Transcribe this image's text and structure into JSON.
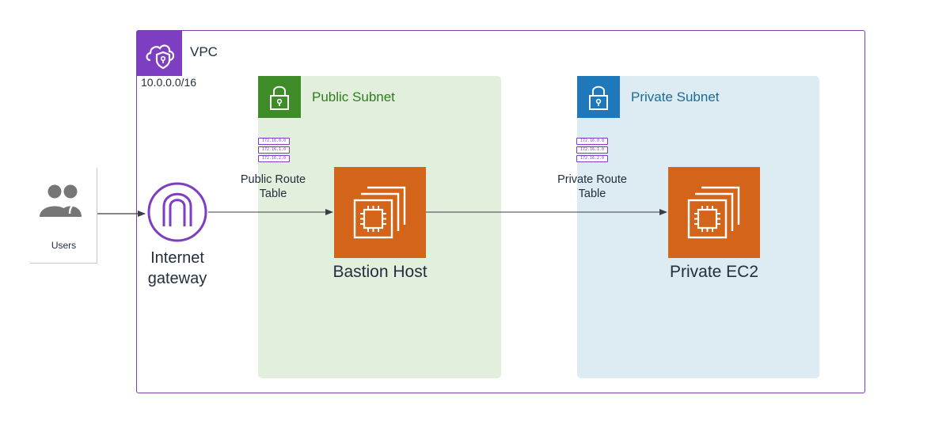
{
  "vpc": {
    "label": "VPC",
    "cidr": "10.0.0.0/16",
    "icon": "vpc-cloud-shield-icon",
    "color": "#7d3ec1"
  },
  "public_subnet": {
    "label": "Public Subnet",
    "icon": "lock-icon",
    "color": "#3d8c28",
    "fill": "#e2efdd"
  },
  "private_subnet": {
    "label": "Private Subnet",
    "icon": "lock-icon",
    "color": "#1f78b9",
    "fill": "#ddebf3"
  },
  "public_route_table": {
    "label": "Public Route Table",
    "entries": [
      "172.16.0.0",
      "172.16.1.0",
      "172.16.2.0"
    ]
  },
  "private_route_table": {
    "label": "Private Route Table",
    "entries": [
      "172.16.0.0",
      "172.16.1.0",
      "172.16.2.0"
    ]
  },
  "users": {
    "label": "Users",
    "icon": "users-icon"
  },
  "internet_gateway": {
    "label": "Internet gateway",
    "icon": "internet-gateway-icon"
  },
  "bastion_host": {
    "label": "Bastion Host",
    "icon": "ec2-instance-icon",
    "color": "#d4641a"
  },
  "private_ec2": {
    "label": "Private EC2",
    "icon": "ec2-instance-icon",
    "color": "#d4641a"
  }
}
